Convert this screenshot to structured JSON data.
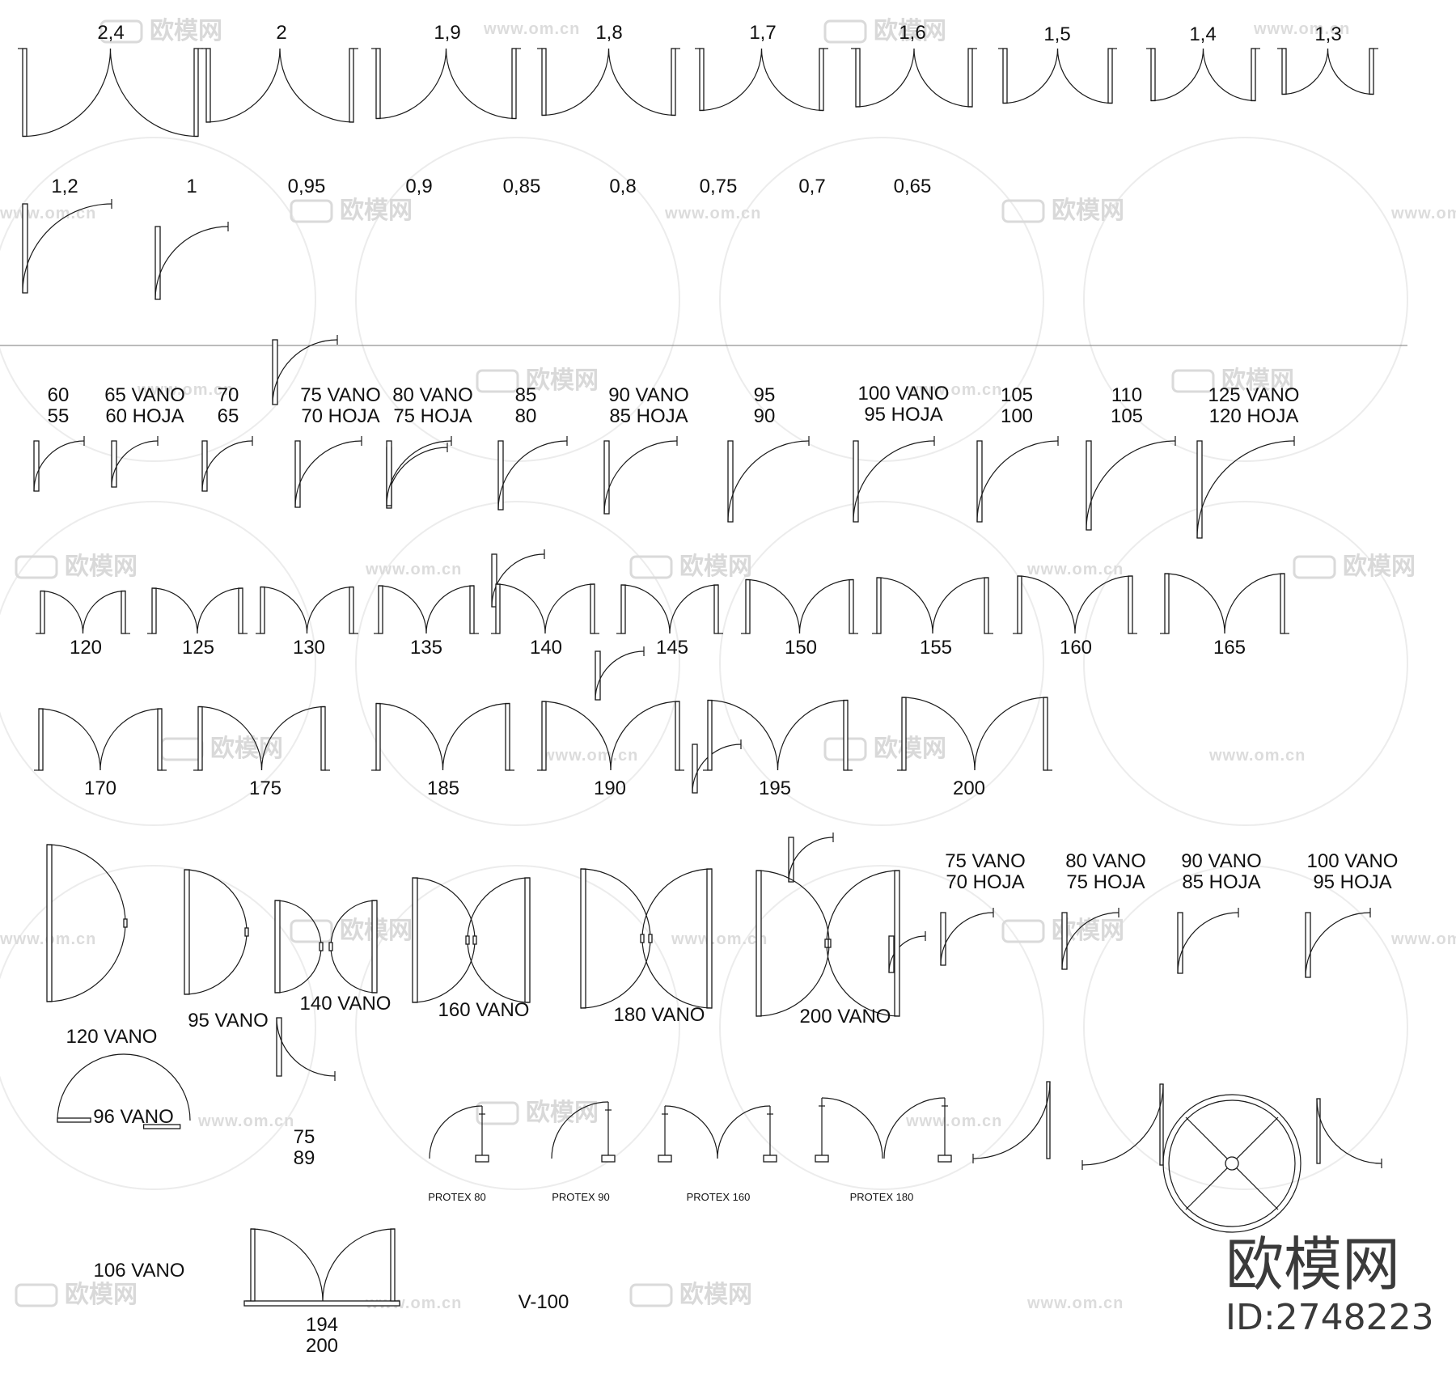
{
  "brand": {
    "name": "欧模网",
    "id": "ID:2748223",
    "watermark": "欧模网",
    "watermark_url": "www.om.cn"
  },
  "doors": [
    {
      "label": "2,4",
      "type": "double",
      "row": 0
    },
    {
      "label": "2",
      "type": "double",
      "row": 0
    },
    {
      "label": "1,9",
      "type": "double",
      "row": 0
    },
    {
      "label": "1,8",
      "type": "double",
      "row": 0
    },
    {
      "label": "1,7",
      "type": "double",
      "row": 0
    },
    {
      "label": "1,6",
      "type": "double",
      "row": 0
    },
    {
      "label": "1,5",
      "type": "double",
      "row": 0
    },
    {
      "label": "1,4",
      "type": "double",
      "row": 0
    },
    {
      "label": "1,3",
      "type": "double",
      "row": 0
    },
    {
      "label": "1,2",
      "type": "single",
      "row": 1
    },
    {
      "label": "1",
      "type": "single",
      "row": 1
    },
    {
      "label": "0,95",
      "type": "single",
      "row": 1
    },
    {
      "label": "0,9",
      "type": "single",
      "row": 1
    },
    {
      "label": "0,85",
      "type": "single",
      "row": 1
    },
    {
      "label": "0,8",
      "type": "single",
      "row": 1
    },
    {
      "label": "0,75",
      "type": "single",
      "row": 1
    },
    {
      "label": "0,7",
      "type": "single",
      "row": 1
    },
    {
      "label": "0,65",
      "type": "single",
      "row": 1
    },
    {
      "label": "60\n55",
      "type": "single",
      "row": 2
    },
    {
      "label": "65 VANO\n60 HOJA",
      "type": "single",
      "row": 2
    },
    {
      "label": "70\n65",
      "type": "single",
      "row": 2
    },
    {
      "label": "75 VANO\n70 HOJA",
      "type": "single",
      "row": 2
    },
    {
      "label": "80 VANO\n75 HOJA",
      "type": "single",
      "row": 2
    },
    {
      "label": "85\n80",
      "type": "single",
      "row": 2
    },
    {
      "label": "90 VANO\n85 HOJA",
      "type": "single",
      "row": 2
    },
    {
      "label": "95\n90",
      "type": "single",
      "row": 2
    },
    {
      "label": "100 VANO\n95 HOJA",
      "type": "single",
      "row": 2
    },
    {
      "label": "105\n100",
      "type": "single",
      "row": 2
    },
    {
      "label": "110\n105",
      "type": "single",
      "row": 2
    },
    {
      "label": "125 VANO\n120 HOJA",
      "type": "single",
      "row": 2
    },
    {
      "label": "120",
      "type": "double",
      "row": 3
    },
    {
      "label": "125",
      "type": "double",
      "row": 3
    },
    {
      "label": "130",
      "type": "double",
      "row": 3
    },
    {
      "label": "135",
      "type": "double",
      "row": 3
    },
    {
      "label": "140",
      "type": "double",
      "row": 3
    },
    {
      "label": "145",
      "type": "double",
      "row": 3
    },
    {
      "label": "150",
      "type": "double",
      "row": 3
    },
    {
      "label": "155",
      "type": "double",
      "row": 3
    },
    {
      "label": "160",
      "type": "double",
      "row": 3
    },
    {
      "label": "165",
      "type": "double",
      "row": 3
    },
    {
      "label": "170",
      "type": "double",
      "row": 4
    },
    {
      "label": "175",
      "type": "double",
      "row": 4
    },
    {
      "label": "185",
      "type": "double",
      "row": 4
    },
    {
      "label": "190",
      "type": "double",
      "row": 4
    },
    {
      "label": "195",
      "type": "double",
      "row": 4
    },
    {
      "label": "200",
      "type": "double",
      "row": 4
    },
    {
      "label": "120 VANO",
      "type": "swing-single",
      "row": 5
    },
    {
      "label": "95 VANO",
      "type": "swing-single",
      "row": 5
    },
    {
      "label": "140 VANO",
      "type": "swing-double",
      "row": 5
    },
    {
      "label": "160 VANO",
      "type": "swing-double",
      "row": 5
    },
    {
      "label": "180 VANO",
      "type": "swing-double",
      "row": 5
    },
    {
      "label": "200 VANO",
      "type": "swing-double",
      "row": 5
    },
    {
      "label": "75 VANO\n70 HOJA",
      "type": "single",
      "row": 5
    },
    {
      "label": "80 VANO\n75 HOJA",
      "type": "single",
      "row": 5
    },
    {
      "label": "90 VANO\n85 HOJA",
      "type": "single",
      "row": 5
    },
    {
      "label": "100 VANO\n95 HOJA",
      "type": "single",
      "row": 5
    },
    {
      "label": "96 VANO",
      "type": "pivot",
      "row": 6
    },
    {
      "label": "75\n89",
      "type": "single-small",
      "row": 6
    },
    {
      "label": "PROTEX 80",
      "type": "protex-single",
      "row": 6
    },
    {
      "label": "PROTEX 90",
      "type": "protex-single",
      "row": 6
    },
    {
      "label": "PROTEX 160",
      "type": "protex-double",
      "row": 6
    },
    {
      "label": "PROTEX 180",
      "type": "protex-double",
      "row": 6
    },
    {
      "label": "106 VANO",
      "type": "pivot",
      "row": 7
    },
    {
      "label": "194\n200",
      "type": "double-frame",
      "row": 7
    },
    {
      "label": "V-100",
      "type": "note",
      "row": 7
    }
  ]
}
